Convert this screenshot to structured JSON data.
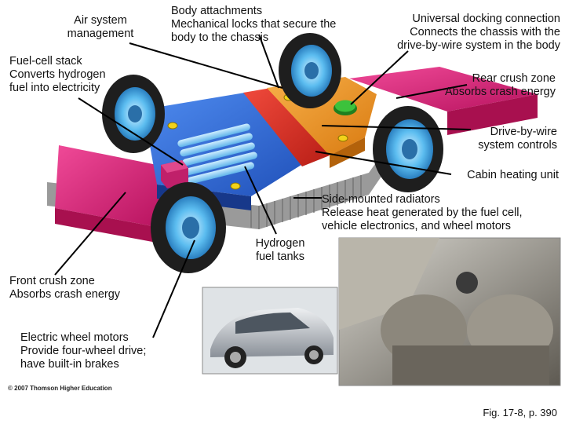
{
  "labels": {
    "air_system": "Air system\nmanagement",
    "body_attachments": "Body attachments\nMechanical locks that secure the\nbody to the chassis",
    "universal_docking": "Universal docking connection\nConnects the chassis with the\ndrive-by-wire system in the body",
    "fuel_cell": "Fuel-cell stack\nConverts hydrogen\nfuel into electricity",
    "rear_crush": "Rear crush zone\nAbsorbs crash energy",
    "drive_by_wire": "Drive-by-wire\nsystem controls",
    "cabin_heating": "Cabin heating unit",
    "radiators": "Side-mounted radiators\nRelease heat generated by the fuel cell,\nvehicle electronics, and wheel motors",
    "hydrogen_tanks": "Hydrogen\nfuel tanks",
    "front_crush": "Front crush zone\nAbsorbs crash energy",
    "wheel_motors": "Electric wheel motors\nProvide four-wheel drive;\nhave built-in brakes"
  },
  "copyright": "© 2007 Thomson Higher Education",
  "caption": "Fig. 17-8, p. 390",
  "colors": {
    "pink": "#e0247e",
    "blue": "#2f6ee0",
    "orange": "#f29a2a",
    "red": "#e03026",
    "tire": "#1e1e1e",
    "hub": "#4fb3ea",
    "docking_green": "#2aa32a",
    "lock_yellow": "#f2d21a",
    "heater_magenta": "#c0206a"
  }
}
